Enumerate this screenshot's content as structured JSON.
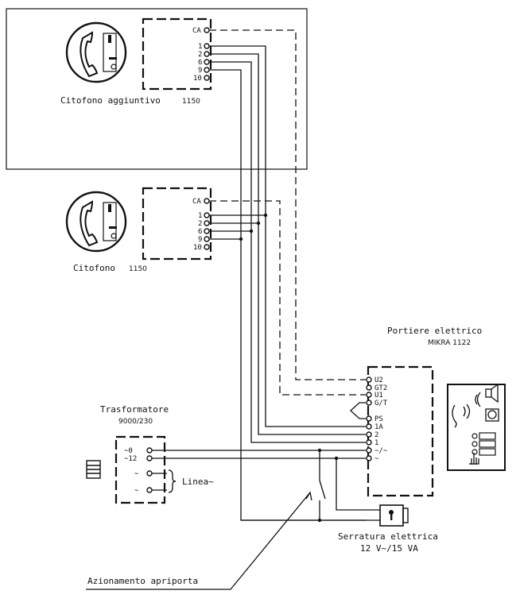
{
  "additional_intercom": {
    "label": "Citofono aggiuntivo",
    "model": "1150",
    "terminals": [
      "CA",
      "1",
      "2",
      "6",
      "9",
      "10"
    ]
  },
  "intercom": {
    "label": "Citofono",
    "model": "1150",
    "terminals": [
      "CA",
      "1",
      "2",
      "6",
      "9",
      "10"
    ]
  },
  "door_station": {
    "label": "Portiere elettrico",
    "model": "MIKRA 1122",
    "terminals": [
      "U2",
      "GT2",
      "U1",
      "G/T",
      "PS",
      "1A",
      "2",
      "1",
      "~/~",
      "~"
    ]
  },
  "transformer": {
    "label": "Trasformatore",
    "model": "9000/230",
    "terminals": [
      "~0",
      "~12",
      "~",
      "~"
    ],
    "line_label": "Linea~"
  },
  "electric_lock": {
    "label": "Serratura elettrica",
    "rating": "12 V~/15 VA"
  },
  "door_opener": {
    "label": "Azionamento apriporta"
  }
}
